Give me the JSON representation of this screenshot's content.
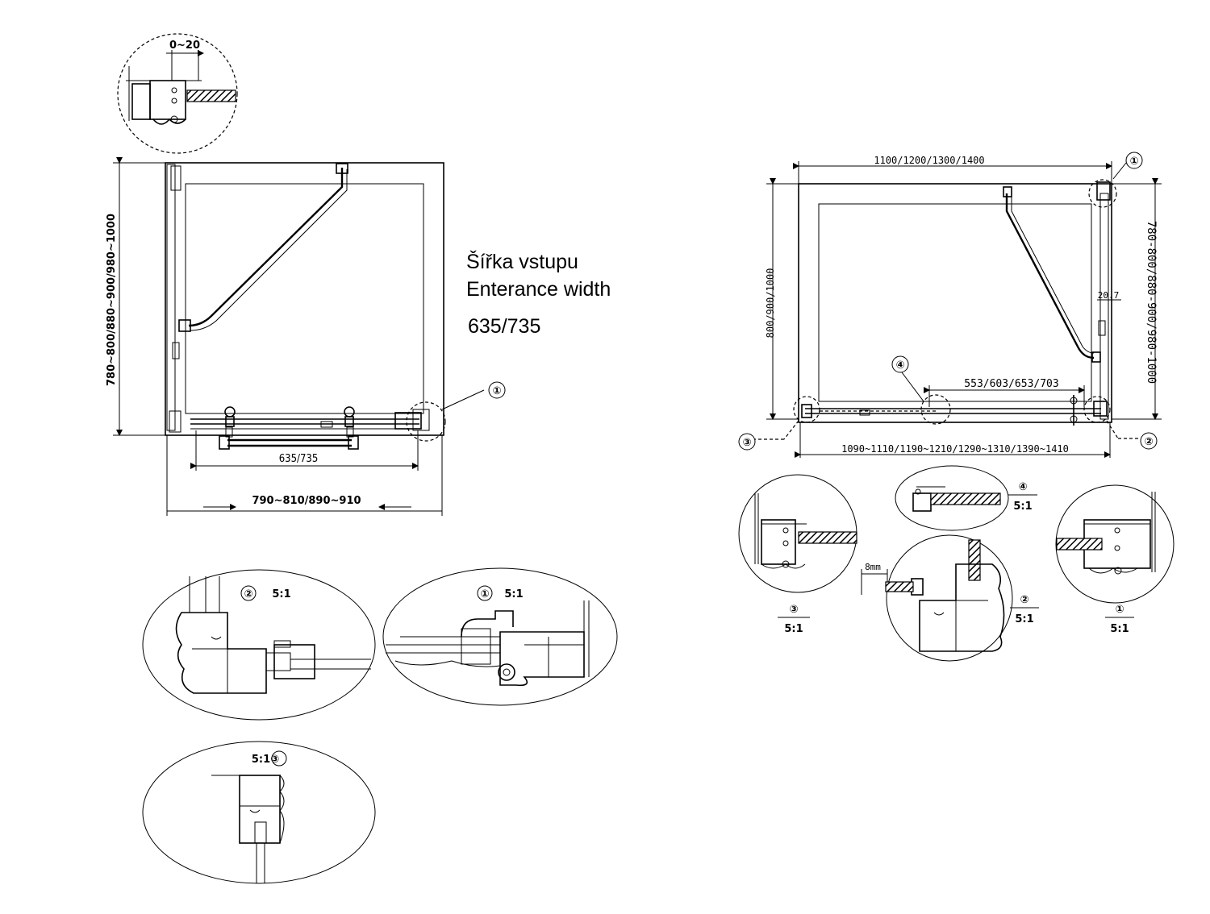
{
  "note": {
    "line1": "Šířka vstupu",
    "line2": "Enterance width",
    "line3": "635/735"
  },
  "left_drawing": {
    "detail_top_dim": "0~20",
    "height_dim": "780~800/880~900/980~1000",
    "entrance_dim": "635/735",
    "width_dim": "790~810/890~910",
    "callout_1": "①"
  },
  "left_details": {
    "d2_label": "②",
    "d2_scale": "5:1",
    "d1_label": "①",
    "d1_scale": "5:1",
    "d3_label": "5:1③"
  },
  "right_drawing": {
    "top_dim": "1100/1200/1300/1400",
    "left_dim": "800/900/1000",
    "right_dim": "780-800/880-900/980-1000",
    "entrance_dim": "553/603/653/703",
    "bottom_dim": "1090~1110/1190~1210/1290~1310/1390~1410",
    "gap_dim": "20.7",
    "callout_1": "①",
    "callout_2": "②",
    "callout_3": "③",
    "callout_4": "④"
  },
  "right_details": {
    "d3_label": "③",
    "d3_scale": "5:1",
    "d4_label": "④",
    "d4_scale": "5:1",
    "d2_label": "②",
    "d2_scale": "5:1",
    "d2_dim": "8mm",
    "d1_label": "①",
    "d1_scale": "5:1"
  }
}
